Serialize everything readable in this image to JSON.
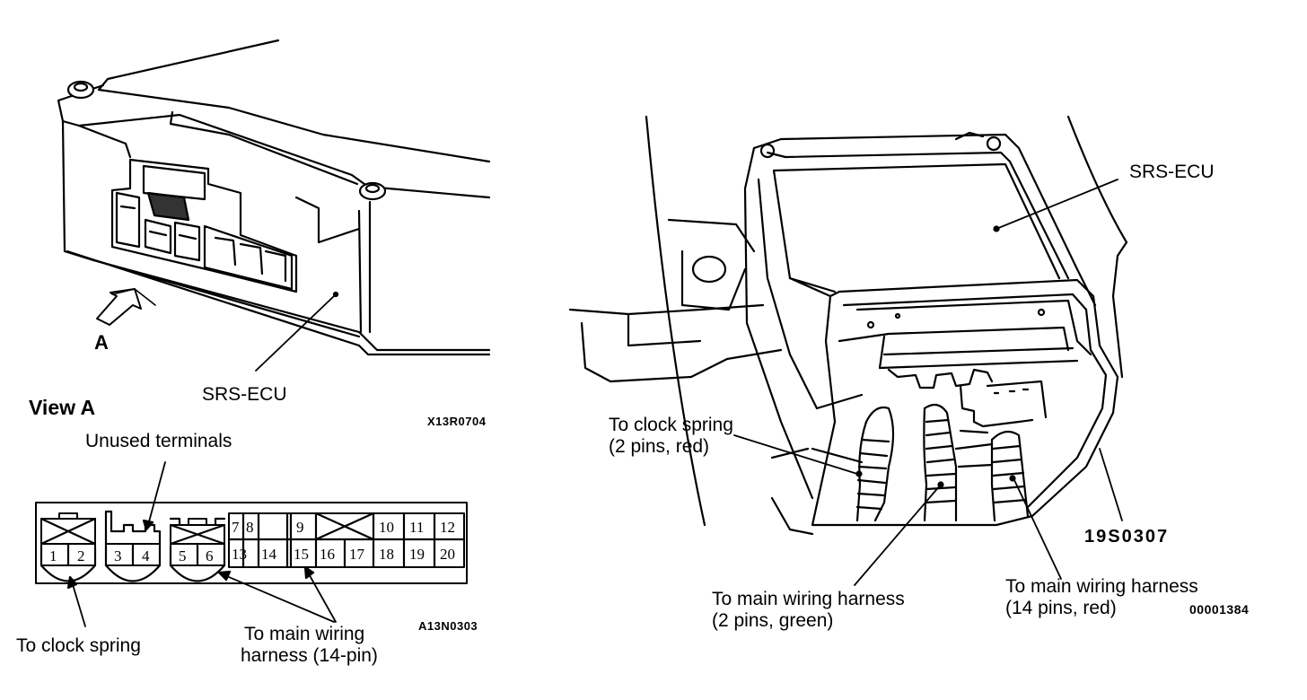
{
  "left_view": {
    "arrow_label": "A",
    "ecu_label": "SRS-ECU",
    "figure_code": "X13R0704"
  },
  "view_a": {
    "title": "View A",
    "unused_label": "Unused terminals",
    "figure_code": "A13N0303",
    "clock_spring_label": "To clock spring",
    "harness_label_line1": "To main wiring",
    "harness_label_line2": "harness  (14-pin)",
    "pins_connector1": [
      "1",
      "2"
    ],
    "pins_connector2": [
      "3",
      "4"
    ],
    "pins_connector3": [
      "5",
      "6"
    ],
    "pins_row1": [
      "7",
      "8",
      "9",
      "10",
      "11",
      "12"
    ],
    "pins_row2": [
      "13",
      "14",
      "15",
      "16",
      "17",
      "18",
      "19",
      "20"
    ]
  },
  "right_view": {
    "ecu_label": "SRS-ECU",
    "clock_spring_line1": "To clock spring",
    "clock_spring_line2": "(2 pins, red)",
    "harness_green_line1": "To main wiring harness",
    "harness_green_line2": "(2 pins, green)",
    "harness_red_line1": "To main wiring harness",
    "harness_red_line2": "(14 pins, red)",
    "figure_code_a": "19S0307",
    "figure_code_b": "00001384"
  }
}
